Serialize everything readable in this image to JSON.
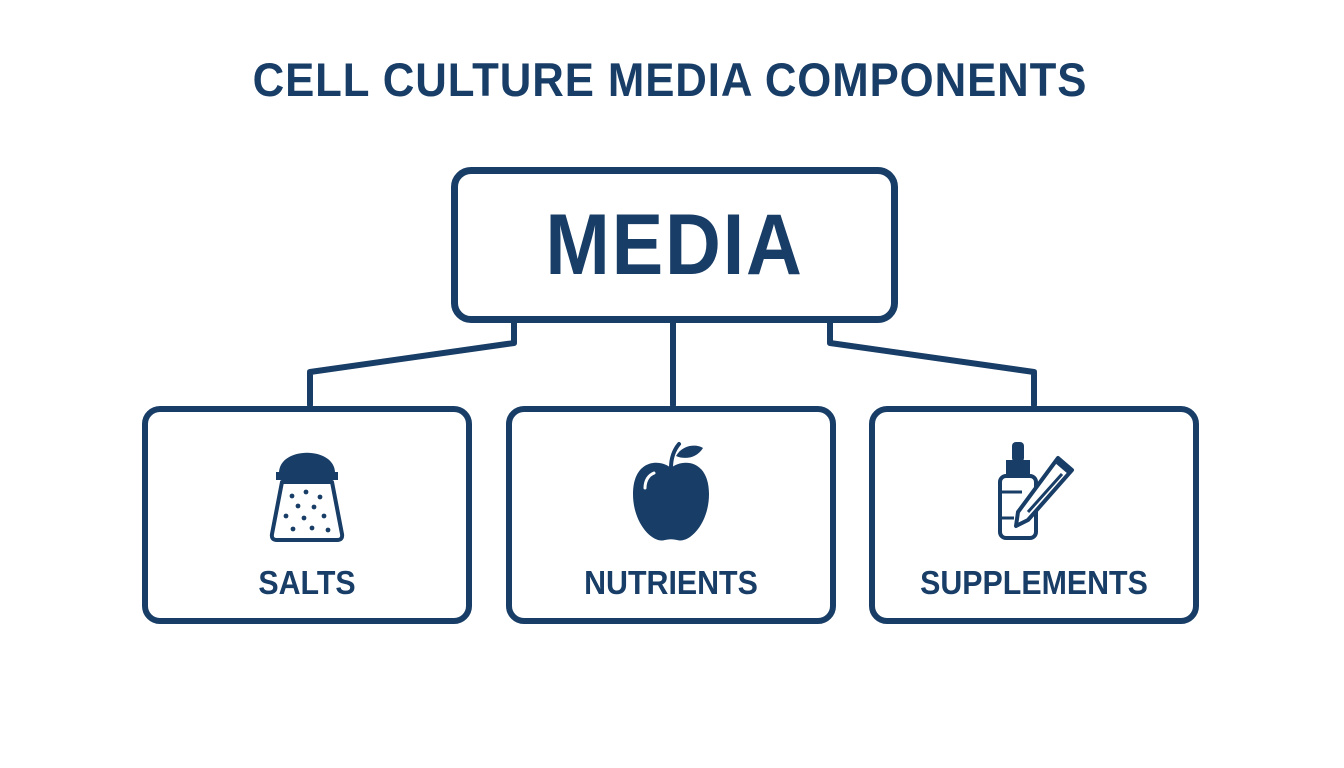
{
  "title": "CELL CULTURE MEDIA COMPONENTS",
  "root": {
    "label": "MEDIA"
  },
  "children": [
    {
      "label": "SALTS",
      "icon": "salt-shaker-icon"
    },
    {
      "label": "NUTRIENTS",
      "icon": "apple-icon"
    },
    {
      "label": "SUPPLEMENTS",
      "icon": "dropper-bottle-icon"
    }
  ],
  "colors": {
    "primary": "#183d66",
    "background": "#ffffff"
  }
}
